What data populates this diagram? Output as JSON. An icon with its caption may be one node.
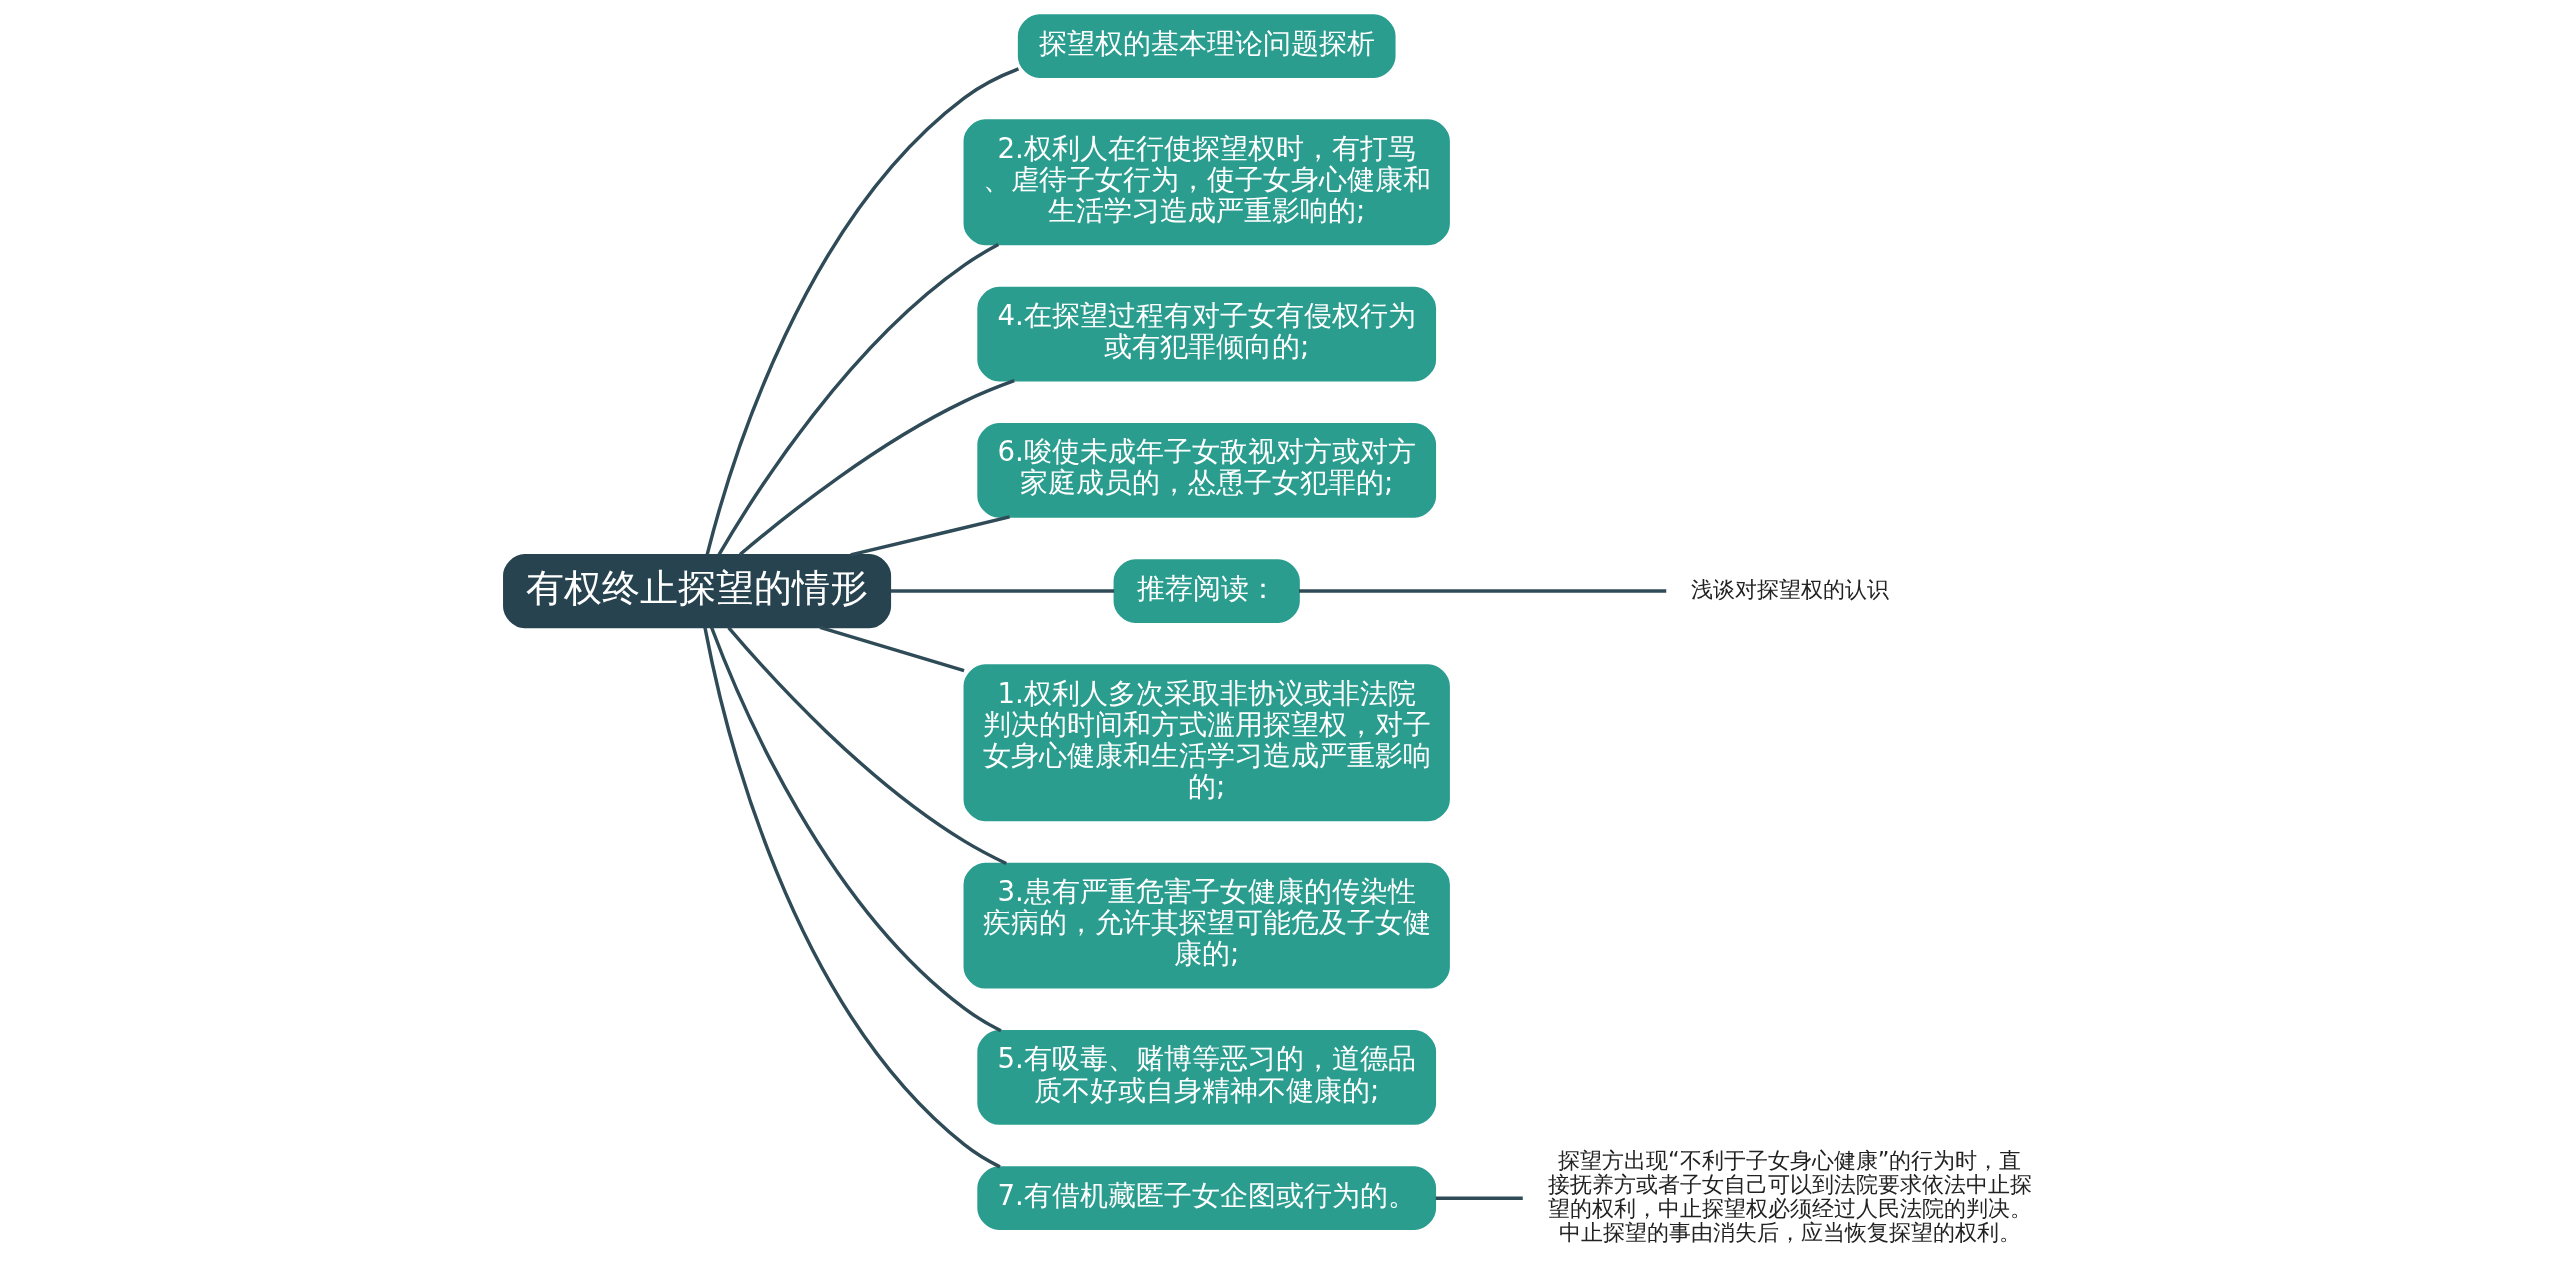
{
  "diagram": {
    "nodes": [
      {
        "text": [
          "有权终止探望的情形"
        ]
      },
      {
        "text": [
          "探望权的基本理论问题探析"
        ]
      },
      {
        "text": [
          "2.权利人在行使探望权时，有打骂、虐待子女行为，使子女身心健康和生活学习造成严重影响的;"
        ]
      },
      {
        "text": [
          "4.在探望过程有对子女有侵权行为或有犯罪倾向的;"
        ]
      },
      {
        "text": [
          "6.唆使未成年子女敌视对方或对方家庭成员的，怂恿子女犯罪的;"
        ]
      },
      {
        "text": [
          "推荐阅读："
        ]
      },
      {
        "text": [
          "浅谈对探望权的认识"
        ]
      },
      {
        "text": [
          "1.权利人多次采取非协议或非法院判决的时间和方式滥用探望权，对子女身心健康和生活学习造成严重影响的;"
        ]
      },
      {
        "text": [
          "3.患有严重危害子女健康的传染性疾病的，允许其探望可能危及子女健康的;"
        ]
      },
      {
        "text": [
          "5.有吸毒、赌博等恶习的，道德品质不好或自身精神不健康的;"
        ]
      },
      {
        "text": [
          "7.有借机藏匿子女企图或行为的。"
        ]
      },
      {
        "text": [
          "探望方出现“不利于子女身心健康”的行为时，直接抚养方或者子女自己可以到法院要求依法中止探望的权利，中止探望权必须经过人民法院的判决。中止探望的事由消失后，应当恢复探望的权利。"
        ]
      }
    ],
    "edges": [
      {
        "from": 0,
        "to": 1,
        "arrow": "none"
      },
      {
        "from": 0,
        "to": 2,
        "arrow": "none"
      },
      {
        "from": 0,
        "to": 3,
        "arrow": "none"
      },
      {
        "from": 0,
        "to": 4,
        "arrow": "none"
      },
      {
        "from": 0,
        "to": 5,
        "arrow": "none"
      },
      {
        "from": 5,
        "to": 6,
        "arrow": "none"
      },
      {
        "from": 0,
        "to": 7,
        "arrow": "none"
      },
      {
        "from": 0,
        "to": 8,
        "arrow": "none"
      },
      {
        "from": 0,
        "to": 9,
        "arrow": "none"
      },
      {
        "from": 0,
        "to": 10,
        "arrow": "none"
      },
      {
        "from": 10,
        "to": 11,
        "arrow": "none"
      }
    ]
  }
}
